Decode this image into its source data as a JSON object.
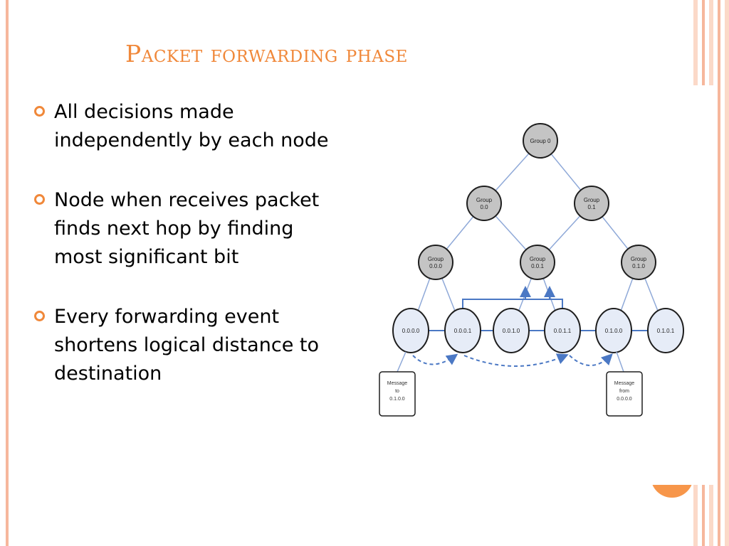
{
  "slide": {
    "title": "Packet forwarding phase",
    "bullets": [
      "All decisions made independently by each node",
      "Node when receives packet finds next hop by finding most significant bit",
      "Every forwarding event shortens logical distance to destination"
    ]
  },
  "diagram": {
    "group_nodes": [
      {
        "id": "g0",
        "lines": [
          "Group 0"
        ]
      },
      {
        "id": "g00",
        "lines": [
          "Group",
          "0.0"
        ]
      },
      {
        "id": "g01",
        "lines": [
          "Group",
          "0.1"
        ]
      },
      {
        "id": "g000",
        "lines": [
          "Group",
          "0.0.0"
        ]
      },
      {
        "id": "g001",
        "lines": [
          "Group",
          "0.0.1"
        ]
      },
      {
        "id": "g010",
        "lines": [
          "Group",
          "0.1.0"
        ]
      }
    ],
    "leaf_nodes": [
      {
        "id": "n0000",
        "label": "0.0.0.0"
      },
      {
        "id": "n0001",
        "label": "0.0.0.1"
      },
      {
        "id": "n0010",
        "label": "0.0.1.0"
      },
      {
        "id": "n0011",
        "label": "0.0.1.1"
      },
      {
        "id": "n0100",
        "label": "0.1.0.0"
      },
      {
        "id": "n0101",
        "label": "0.1.0.1"
      }
    ],
    "messages": [
      {
        "id": "msg-to",
        "lines": [
          "Message",
          "to",
          "0.1.0.0"
        ]
      },
      {
        "id": "msg-from",
        "lines": [
          "Message",
          "from",
          "0.0.0.0"
        ]
      }
    ],
    "colors": {
      "group_fill": "#c4c4c4",
      "leaf_fill": "#e6ecf7",
      "node_stroke": "#1e1e1e",
      "link": "#8fa9d8",
      "arrow": "#4b78c4"
    }
  }
}
